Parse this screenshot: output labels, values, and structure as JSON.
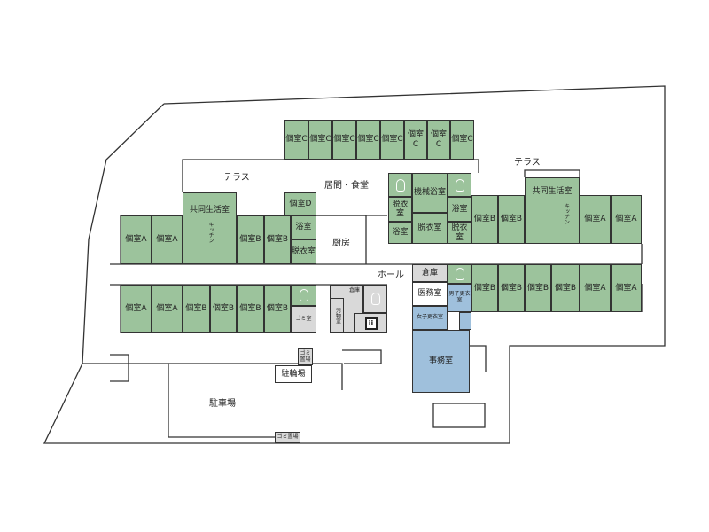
{
  "labels": {
    "terrace": "テラス",
    "living": "居間・食堂",
    "kitchen_room": "厨房",
    "hall": "ホール",
    "common": "共同生活室",
    "kitchen": "キッチン",
    "room_a": "個室A",
    "room_b": "個室B",
    "room_c": "個室C",
    "room_d": "個室D",
    "bath": "浴室",
    "dressing": "脱衣室",
    "machine_bath": "機械浴室",
    "trash_room": "ゴミ室",
    "soiled": "汚物室",
    "storage": "倉庫",
    "medical": "医務室",
    "men_locker": "男子更衣室",
    "women_locker": "女子更衣室",
    "office": "事務室",
    "parking": "駐車場",
    "bicycle": "駐輪場",
    "trash_area": "ゴミ置場",
    "elevator": "ii"
  },
  "colors": {
    "resident": "#9cc39c",
    "service": "#d9d9d9",
    "staff": "#9fc0dc"
  }
}
